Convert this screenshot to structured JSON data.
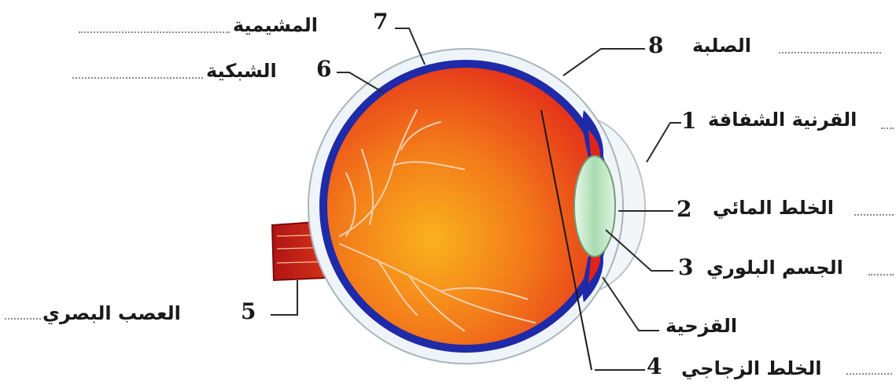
{
  "labels": [
    {
      "id": "sclera",
      "number": "8",
      "name": "الصلبة"
    },
    {
      "id": "choroid",
      "number": "7",
      "name": "المشيمية"
    },
    {
      "id": "retina",
      "number": "6",
      "name": "الشبكية"
    },
    {
      "id": "cornea",
      "number": "1",
      "name": "القرنية الشفافة"
    },
    {
      "id": "aqueous",
      "number": "2",
      "name": "الخلط المائي"
    },
    {
      "id": "lens",
      "number": "3",
      "name": "الجسم البلوري"
    },
    {
      "id": "iris",
      "number": "",
      "name": "القزحية"
    },
    {
      "id": "optic",
      "number": "5",
      "name": "العصب البصري"
    },
    {
      "id": "vitreous",
      "number": "4",
      "name": "الخلط الزجاجي"
    }
  ],
  "colors": {
    "sclera": "#eef4f8",
    "choroid": "#1f2aa8",
    "retina_red": "#e0221a",
    "interior_orange": "#f7a21a",
    "lens": "#bfe6c2",
    "vessel": "#f2c9a8"
  }
}
